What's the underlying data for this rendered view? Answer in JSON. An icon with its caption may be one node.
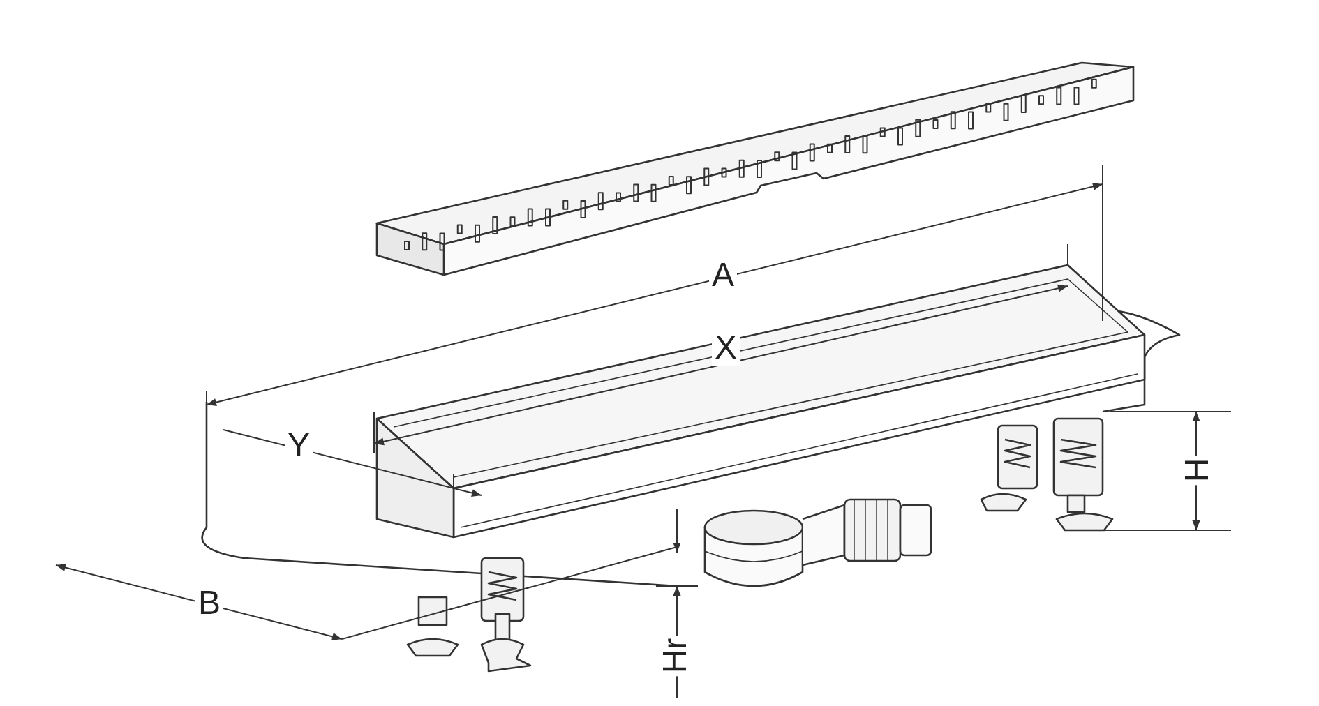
{
  "diagram": {
    "labels": [
      "A",
      "X",
      "Y",
      "B",
      "H",
      "Hr"
    ]
  }
}
